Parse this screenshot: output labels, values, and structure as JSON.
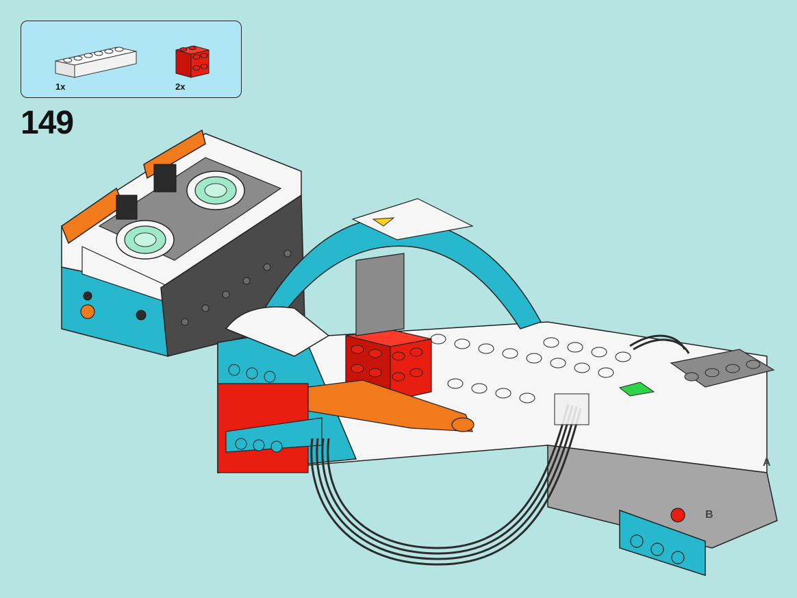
{
  "parts": [
    {
      "name": "white-brick-1x6",
      "qty": "1x",
      "color": "#ffffff"
    },
    {
      "name": "red-brick-2x2",
      "qty": "2x",
      "color": "#e81e10"
    }
  ],
  "step": {
    "number": "149"
  },
  "model": {
    "hub_port_labels": [
      "A",
      "B"
    ],
    "colors": {
      "background": "#b5e4e3",
      "azure": "#27b8ce",
      "white": "#f6f6f6",
      "orange": "#f07a1c",
      "red": "#e81e10",
      "dark_gray": "#4a4a4a",
      "light_gray": "#a6a6a6",
      "black": "#222222",
      "transparent_green": "#9fe8c8",
      "green": "#2fd34a",
      "yellow": "#ffd21a"
    }
  }
}
